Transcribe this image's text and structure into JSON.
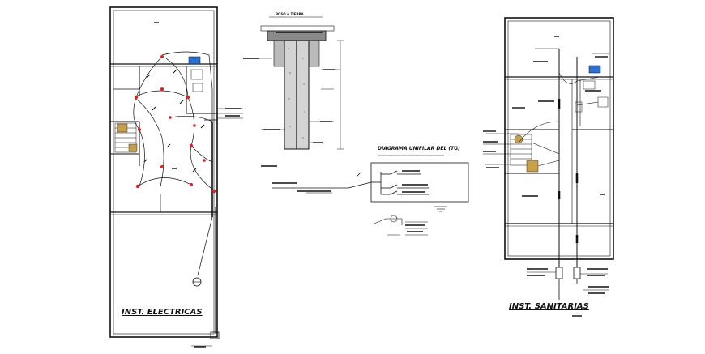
{
  "drawing": {
    "electrical_plan_title": "INST. ELECTRICAS",
    "sanitary_plan_title": "INST. SANITARIAS",
    "detail_title": "POSO A TIERRA",
    "diagram_title": "DIAGRAMA UNIFILAR DEL (TG)"
  },
  "colors": {
    "ink": "#111111",
    "outlet_red": "#e02020",
    "appliance_blue": "#2a6fd1",
    "tile_orange": "#c9a04a",
    "concrete_gray": "#8a8a8a"
  }
}
